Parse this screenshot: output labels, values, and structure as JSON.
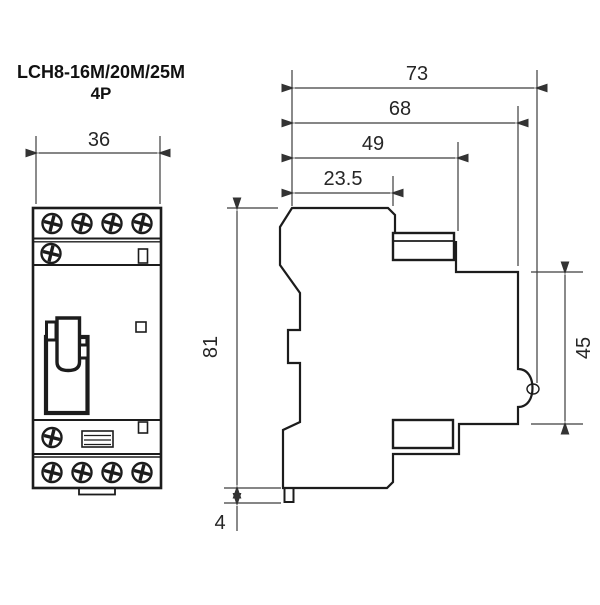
{
  "title": {
    "line1": "LCH8-16M/20M/25M",
    "line2": "4P"
  },
  "dimensions": {
    "front_width": "36",
    "total_depth": "73",
    "depth_to_terminal": "68",
    "body_depth": "49",
    "front_depth": "23.5",
    "height": "81",
    "rail_section_height": "45",
    "clip_pin_height": "4"
  },
  "colors": {
    "outline": "#1c1c1c",
    "dimension_line": "#3d3d3d",
    "text": "#262626",
    "background": "#ffffff"
  }
}
